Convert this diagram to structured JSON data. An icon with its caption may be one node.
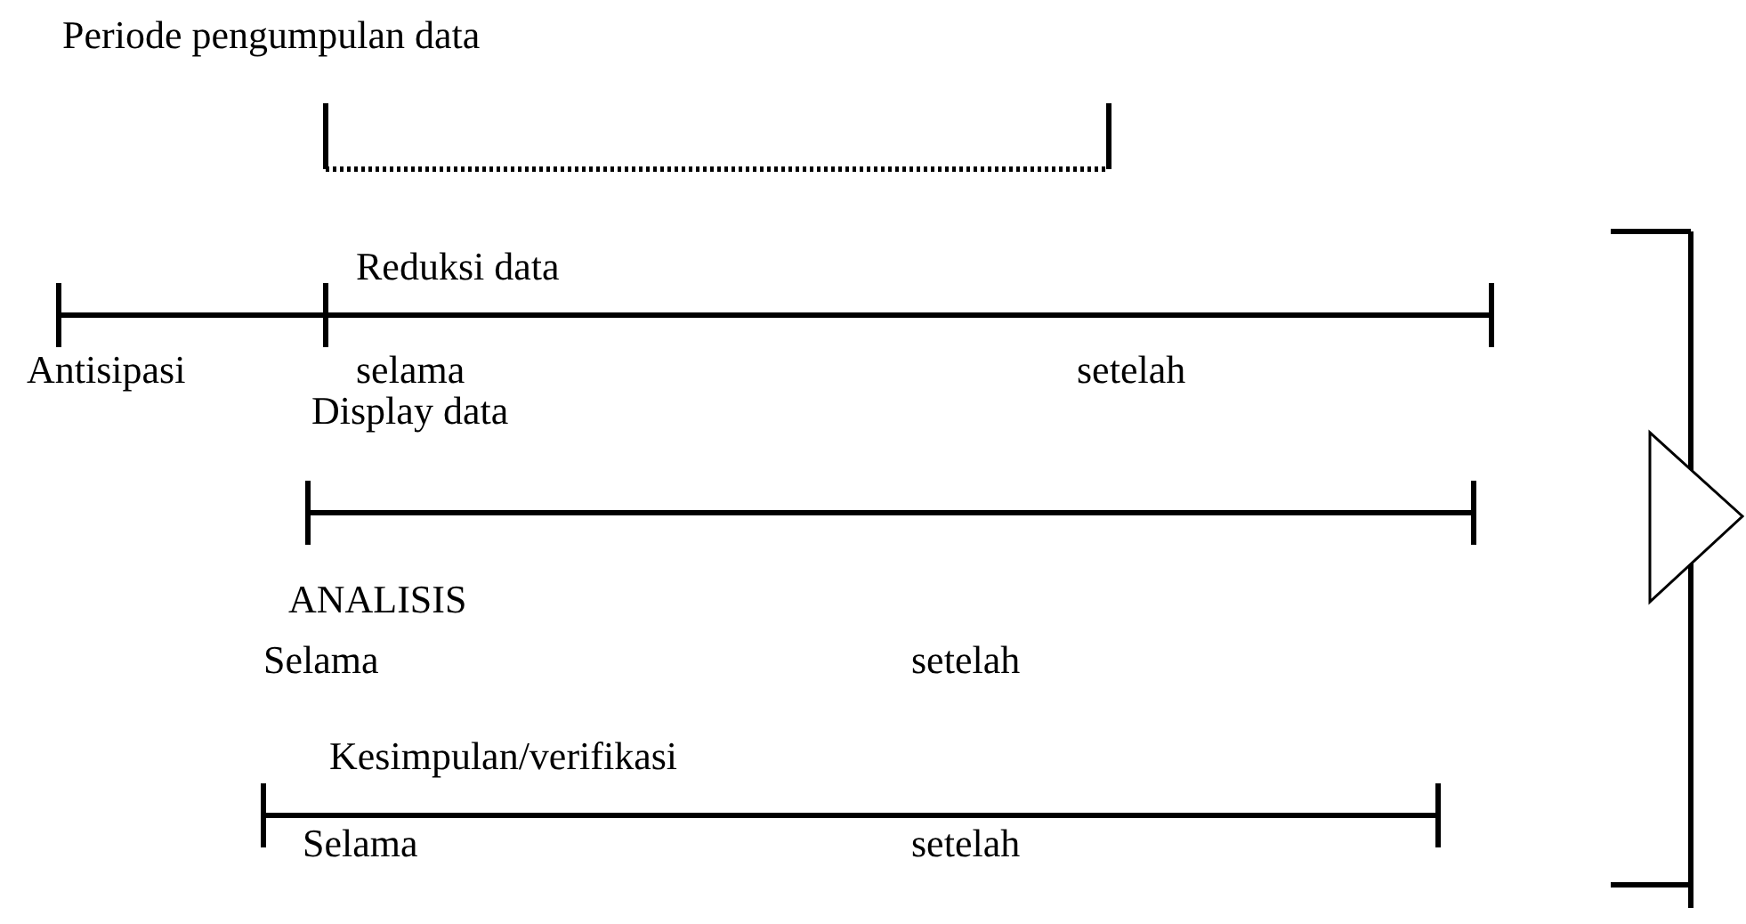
{
  "diagram": {
    "labels": [
      "Periode pengumpulan data",
      "Reduksi data",
      "Antisipasi",
      "selama",
      "setelah",
      "Display data",
      "ANALISIS",
      "Selama",
      "setelah",
      "Kesimpulan/verifikasi",
      "Selama",
      "setelah"
    ]
  }
}
